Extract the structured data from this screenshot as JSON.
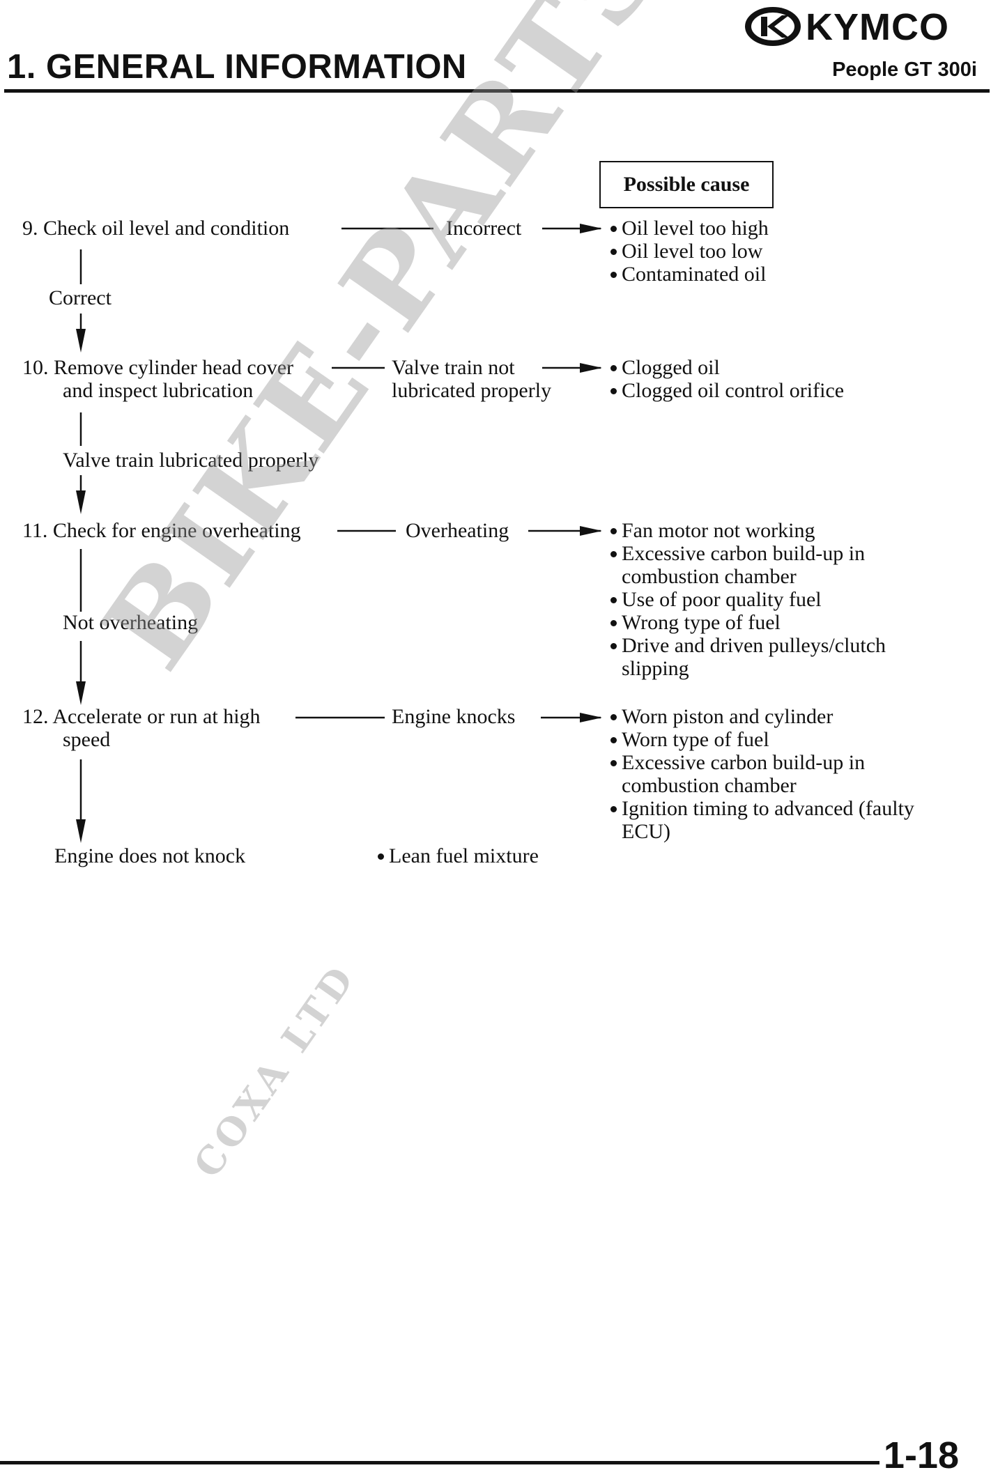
{
  "header": {
    "section_title": "1. GENERAL INFORMATION",
    "model": "People GT 300i",
    "brand": "KYMCO"
  },
  "possible_cause_label": "Possible cause",
  "steps": [
    {
      "label_lines": [
        "9. Check oil level and condition"
      ],
      "fault": [
        "Incorrect"
      ],
      "causes": [
        {
          "lines": [
            "Oil level too high"
          ]
        },
        {
          "lines": [
            "Oil level too low"
          ]
        },
        {
          "lines": [
            "Contaminated oil"
          ]
        }
      ],
      "ok": "Correct"
    },
    {
      "label_lines": [
        "10. Remove cylinder head cover",
        "and inspect lubrication"
      ],
      "fault": [
        "Valve train not",
        "lubricated properly"
      ],
      "causes": [
        {
          "lines": [
            "Clogged oil"
          ]
        },
        {
          "lines": [
            "Clogged oil control orifice"
          ]
        }
      ],
      "ok": "Valve train lubricated properly"
    },
    {
      "label_lines": [
        "11. Check for engine overheating"
      ],
      "fault": [
        "Overheating"
      ],
      "causes": [
        {
          "lines": [
            "Fan motor not working"
          ]
        },
        {
          "lines": [
            "Excessive carbon build-up in",
            "combustion chamber"
          ]
        },
        {
          "lines": [
            "Use of poor quality fuel"
          ]
        },
        {
          "lines": [
            "Wrong type of fuel"
          ]
        },
        {
          "lines": [
            "Drive and driven pulleys/clutch",
            "slipping"
          ]
        }
      ],
      "ok": "Not overheating"
    },
    {
      "label_lines": [
        "12. Accelerate or run at high",
        "speed"
      ],
      "fault": [
        "Engine knocks"
      ],
      "causes": [
        {
          "lines": [
            "Worn piston and cylinder"
          ]
        },
        {
          "lines": [
            "Worn type of fuel"
          ]
        },
        {
          "lines": [
            "Excessive carbon build-up in",
            "combustion chamber"
          ]
        },
        {
          "lines": [
            "Ignition timing to advanced (faulty",
            "ECU)"
          ]
        }
      ],
      "ok": "Engine does not knock"
    }
  ],
  "final_cause": "Lean fuel mixture",
  "watermark": {
    "main": "BIKE-PARTS",
    "sub": "COXA LTD"
  },
  "footer": {
    "page_number": "1-18"
  }
}
